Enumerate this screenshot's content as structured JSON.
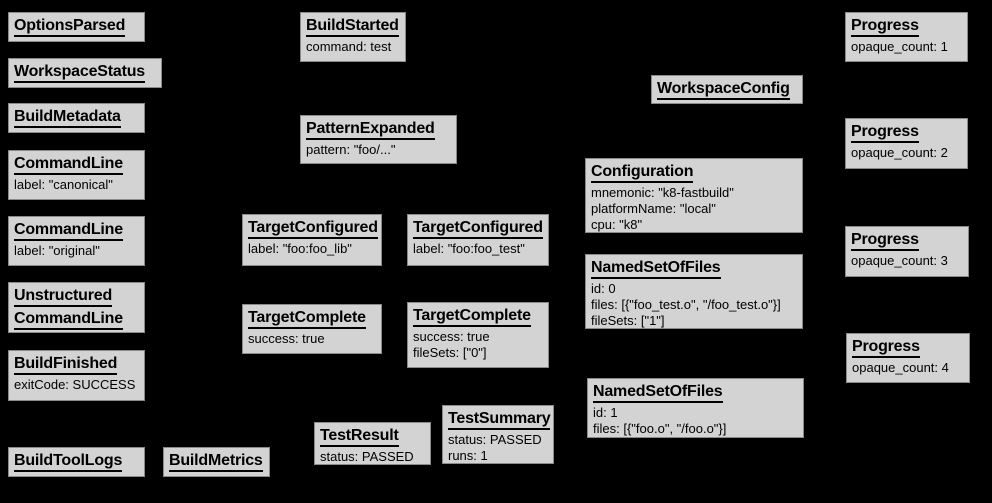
{
  "colors": {
    "background": "#000000",
    "node_fill": "#d3d3d3",
    "node_border": "#8a8a8a",
    "node_text": "#000000"
  },
  "boxes": [
    {
      "title": "OptionsParsed",
      "lines": []
    },
    {
      "title": "WorkspaceStatus",
      "lines": []
    },
    {
      "title": "BuildMetadata",
      "lines": []
    },
    {
      "title": "CommandLine",
      "lines": [
        "label: \"canonical\""
      ]
    },
    {
      "title": "CommandLine",
      "lines": [
        "label: \"original\""
      ]
    },
    {
      "title": "Unstructured",
      "title2": "CommandLine",
      "lines": []
    },
    {
      "title": "BuildFinished",
      "lines": [
        "exitCode: SUCCESS"
      ]
    },
    {
      "title": "BuildToolLogs",
      "lines": []
    },
    {
      "title": "BuildMetrics",
      "lines": []
    },
    {
      "title": "BuildStarted",
      "lines": [
        "command: test"
      ]
    },
    {
      "title": "PatternExpanded",
      "lines": [
        "pattern: \"foo/...\""
      ]
    },
    {
      "title": "TargetConfigured",
      "lines": [
        "label: \"foo:foo_lib\""
      ]
    },
    {
      "title": "TargetConfigured",
      "lines": [
        "label: \"foo:foo_test\""
      ]
    },
    {
      "title": "TargetComplete",
      "lines": [
        "success: true"
      ]
    },
    {
      "title": "TargetComplete",
      "lines": [
        "success: true",
        "fileSets: [\"0\"]"
      ]
    },
    {
      "title": "TestResult",
      "lines": [
        "status: PASSED"
      ]
    },
    {
      "title": "TestSummary",
      "lines": [
        "status: PASSED",
        "runs: 1"
      ]
    },
    {
      "title": "WorkspaceConfig",
      "lines": []
    },
    {
      "title": "Configuration",
      "lines": [
        "mnemonic: \"k8-fastbuild\"",
        "platformName: \"local\"",
        "cpu: \"k8\""
      ]
    },
    {
      "title": "NamedSetOfFiles",
      "lines": [
        "id: 0",
        "files: [{\"foo_test.o\", \"/foo_test.o\"}]",
        "fileSets: [\"1\"]"
      ]
    },
    {
      "title": "NamedSetOfFiles",
      "lines": [
        "id: 1",
        "files: [{\"foo.o\", \"/foo.o\"}]"
      ]
    },
    {
      "title": "Progress",
      "lines": [
        "opaque_count: 1"
      ]
    },
    {
      "title": "Progress",
      "lines": [
        "opaque_count: 2"
      ]
    },
    {
      "title": "Progress",
      "lines": [
        "opaque_count: 3"
      ]
    },
    {
      "title": "Progress",
      "lines": [
        "opaque_count: 4"
      ]
    }
  ]
}
